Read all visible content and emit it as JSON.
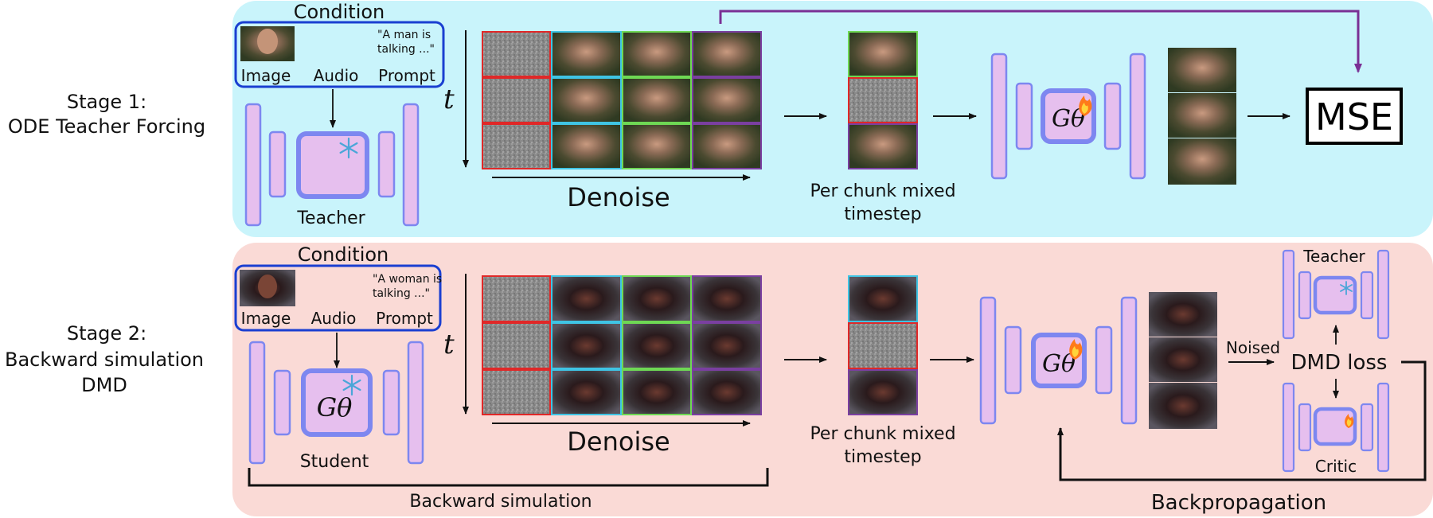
{
  "stage1": {
    "label_line1": "Stage 1:",
    "label_line2": "ODE Teacher Forcing",
    "condition_title": "Condition",
    "cond_image": "Image",
    "cond_audio": "Audio",
    "cond_prompt": "Prompt",
    "prompt_text_line1": "\"A man is",
    "prompt_text_line2": "talking ...\"",
    "model_label": "Teacher",
    "t_symbol": "t",
    "denoise_label": "Denoise",
    "mixed_line1": "Per chunk mixed",
    "mixed_line2": "timestep",
    "generator_symbol": "Gθ",
    "loss_label": "MSE"
  },
  "stage2": {
    "label_line1": "Stage 2:",
    "label_line2": "Backward simulation",
    "label_line3": "DMD",
    "condition_title": "Condition",
    "cond_image": "Image",
    "cond_audio": "Audio",
    "cond_prompt": "Prompt",
    "prompt_text_line1": "\"A woman is",
    "prompt_text_line2": "talking ...\"",
    "model_label": "Student",
    "generator_symbol": "Gθ",
    "t_symbol": "t",
    "denoise_label": "Denoise",
    "mixed_line1": "Per chunk mixed",
    "mixed_line2": "timestep",
    "backward_sim_label": "Backward simulation",
    "noised_label": "Noised",
    "dmd_loss_label": "DMD loss",
    "teacher_label": "Teacher",
    "critic_label": "Critic",
    "backprop_label": "Backpropagation"
  },
  "icons": {
    "frozen": "snowflake-icon",
    "trainable": "flame-icon"
  },
  "colors": {
    "stage1_bg": "#c9f4fb",
    "stage2_bg": "#fadad6",
    "block_fill": "#e6bfee",
    "block_stroke": "#7d87f0",
    "condition_border": "#1a3fd1",
    "frame_red": "#e02828",
    "frame_cyan": "#3fc4e4",
    "frame_green": "#6ed854",
    "frame_purple": "#7a3fa0",
    "mse_arrow": "#7a2f94"
  }
}
